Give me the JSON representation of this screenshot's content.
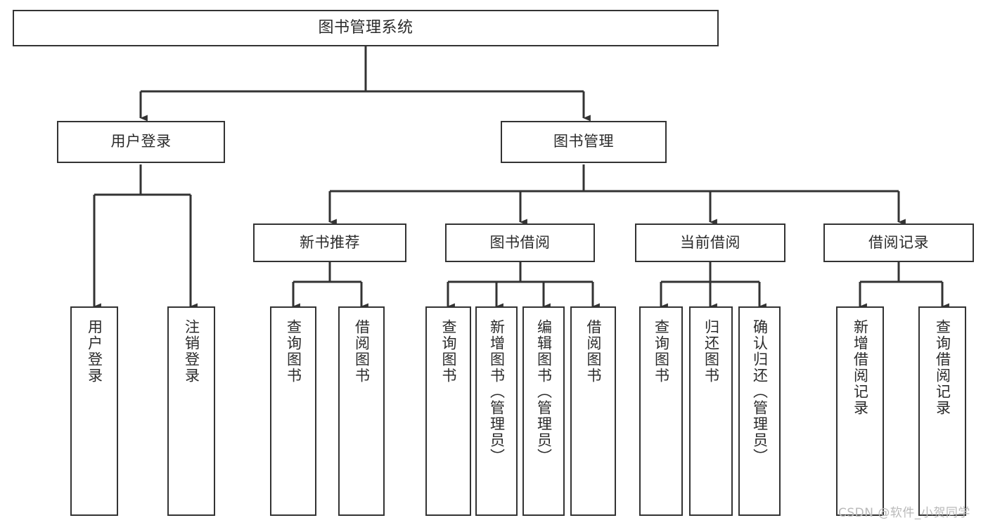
{
  "diagram": {
    "title": "图书管理系统",
    "type": "tree",
    "stroke_color": "#333333",
    "text_color": "#2b2b2b",
    "background": "#ffffff",
    "nodes": {
      "root": {
        "label": "图书管理系统",
        "orientation": "horizontal"
      },
      "l2": [
        {
          "id": "user-login",
          "label": "用户登录",
          "orientation": "horizontal"
        },
        {
          "id": "book-manage",
          "label": "图书管理",
          "orientation": "horizontal"
        }
      ],
      "l3": [
        {
          "id": "new-book-recommend",
          "label": "新书推荐",
          "orientation": "horizontal"
        },
        {
          "id": "book-borrow",
          "label": "图书借阅",
          "orientation": "horizontal"
        },
        {
          "id": "current-borrow",
          "label": "当前借阅",
          "orientation": "horizontal"
        },
        {
          "id": "borrow-record",
          "label": "借阅记录",
          "orientation": "horizontal"
        }
      ],
      "leaves": [
        {
          "id": "leaf-user-login",
          "label": "用户登录",
          "parent": "user-login",
          "orientation": "vertical"
        },
        {
          "id": "leaf-user-logout",
          "label": "注销登录",
          "parent": "user-login",
          "orientation": "vertical"
        },
        {
          "id": "leaf-query-book-1",
          "label": "查询图书",
          "parent": "new-book-recommend",
          "orientation": "vertical"
        },
        {
          "id": "leaf-borrow-book-1",
          "label": "借阅图书",
          "parent": "new-book-recommend",
          "orientation": "vertical"
        },
        {
          "id": "leaf-query-book-2",
          "label": "查询图书",
          "parent": "book-borrow",
          "orientation": "vertical"
        },
        {
          "id": "leaf-add-book",
          "label": "新增图书（管理员）",
          "parent": "book-borrow",
          "orientation": "vertical"
        },
        {
          "id": "leaf-edit-book",
          "label": "编辑图书（管理员）",
          "parent": "book-borrow",
          "orientation": "vertical"
        },
        {
          "id": "leaf-borrow-book-2",
          "label": "借阅图书",
          "parent": "book-borrow",
          "orientation": "vertical"
        },
        {
          "id": "leaf-query-book-3",
          "label": "查询图书",
          "parent": "current-borrow",
          "orientation": "vertical"
        },
        {
          "id": "leaf-return-book",
          "label": "归还图书",
          "parent": "current-borrow",
          "orientation": "vertical"
        },
        {
          "id": "leaf-confirm-return",
          "label": "确认归还（管理员）",
          "parent": "current-borrow",
          "orientation": "vertical"
        },
        {
          "id": "leaf-add-record",
          "label": "新增借阅记录",
          "parent": "borrow-record",
          "orientation": "vertical"
        },
        {
          "id": "leaf-query-record",
          "label": "查询借阅记录",
          "parent": "borrow-record",
          "orientation": "vertical"
        }
      ]
    }
  },
  "watermark": {
    "text": "CSDN @软件_小贺同学",
    "color": "#b9b9b9"
  }
}
